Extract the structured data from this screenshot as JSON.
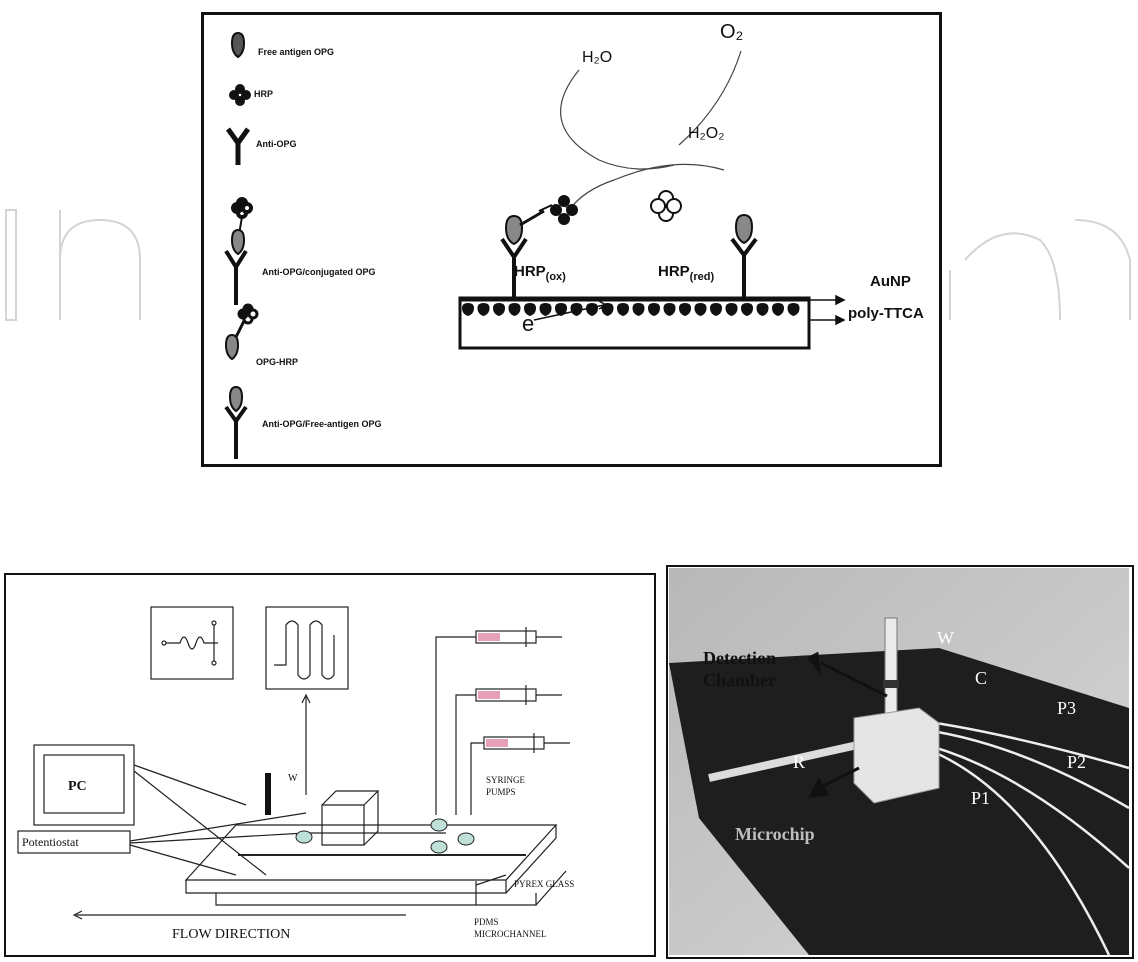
{
  "watermark": {
    "color": "#cfcfcf"
  },
  "top_panel": {
    "legend": [
      {
        "icon": "free-antigen-icon",
        "label": "Free antigen OPG"
      },
      {
        "icon": "hrp-icon",
        "label": "HRP"
      },
      {
        "icon": "anti-opg-icon",
        "label": "Anti-OPG"
      },
      {
        "icon": "anti-opg-conjugated-icon",
        "label": "Anti-OPG/conjugated OPG"
      },
      {
        "icon": "opg-hrp-icon",
        "label": "OPG-HRP"
      },
      {
        "icon": "anti-opg-free-antigen-icon",
        "label": "Anti-OPG/Free-antigen OPG"
      }
    ],
    "cycle": {
      "h2o": "H₂O",
      "o2": "O₂",
      "h2o2": "H₂O₂"
    },
    "hrp_ox": {
      "main": "HRP",
      "sub": "(ox)"
    },
    "hrp_red": {
      "main": "HRP",
      "sub": "(red)"
    },
    "electron": {
      "main": "e",
      "sup": "-"
    },
    "layer_labels": {
      "aunp": "AuNP",
      "poly": "poly-TTCA"
    }
  },
  "bottom_left_panel": {
    "labels": {
      "pc": "PC",
      "potentiostat": "Potentiostat",
      "w": "W",
      "syringe": "SYRINGE",
      "pumps": "PUMPS",
      "pyrex": "PYREX GLASS",
      "pdms": "PDMS",
      "microchannel": "MICROCHANNEL",
      "flow": "FLOW DIRECTION"
    }
  },
  "bottom_right_panel": {
    "labels": {
      "detection": "Detection",
      "chamber": "Chamber",
      "w": "W",
      "c": "C",
      "p3": "P3",
      "p2": "P2",
      "p1": "P1",
      "r": "R",
      "microchip": "Microchip"
    }
  }
}
